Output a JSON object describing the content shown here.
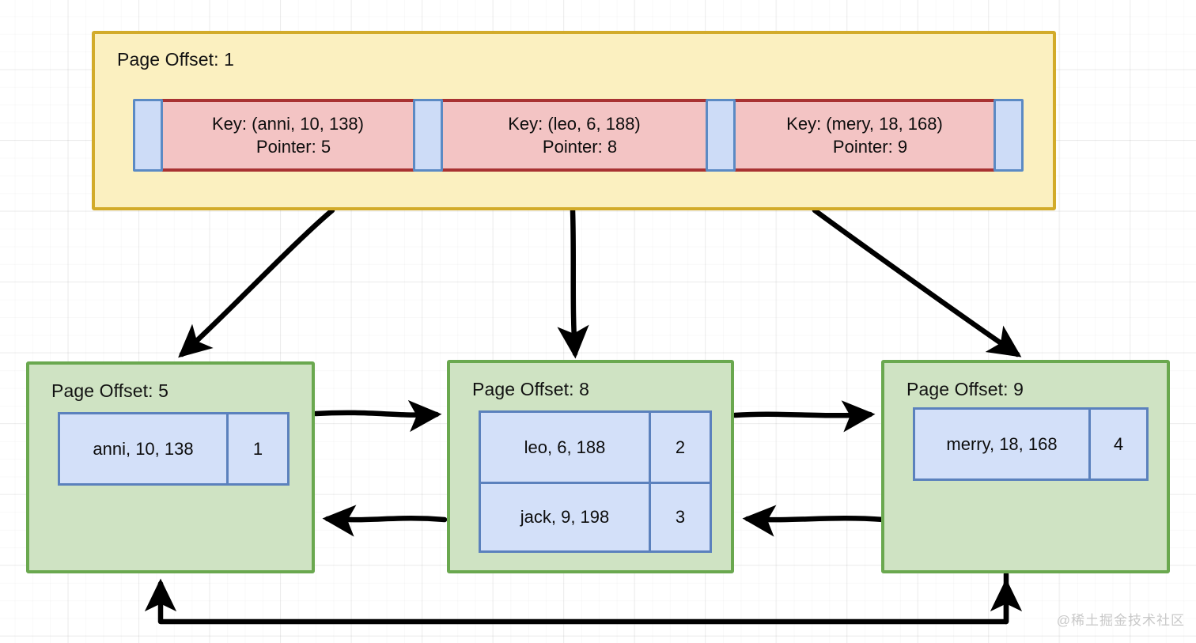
{
  "diagram": {
    "title_prefix": "Page Offset: ",
    "watermark": "@稀土掘金技术社区",
    "colors": {
      "internal_fill": "#fbf0c0",
      "internal_border": "#d2ab2a",
      "key_fill": "#f3c4c4",
      "key_border": "#a83232",
      "pointer_fill": "#cddcf7",
      "pointer_border": "#5b8ac4",
      "leaf_fill": "#cfe3c3",
      "leaf_border": "#6aa84f",
      "leaf_cell_fill": "#d3e0f9",
      "leaf_cell_border": "#5b81bd",
      "arrow": "#000000",
      "grid": "#e6e6e6"
    }
  },
  "root": {
    "page_offset_label": "Page Offset: 1",
    "entries": [
      {
        "key_label": "Key: (anni, 10, 138)",
        "pointer_label": "Pointer:  5"
      },
      {
        "key_label": "Key: (leo, 6, 188)",
        "pointer_label": "Pointer:  8"
      },
      {
        "key_label": "Key: (mery, 18, 168)",
        "pointer_label": "Pointer:  9"
      }
    ]
  },
  "leaves": [
    {
      "page_offset_label": "Page Offset: 5",
      "rows": [
        {
          "value": "anni, 10, 138",
          "id": "1"
        }
      ]
    },
    {
      "page_offset_label": "Page Offset: 8",
      "rows": [
        {
          "value": "leo, 6, 188",
          "id": "2"
        },
        {
          "value": "jack, 9, 198",
          "id": "3"
        }
      ]
    },
    {
      "page_offset_label": "Page Offset: 9",
      "rows": [
        {
          "value": "merry, 18, 168",
          "id": "4"
        }
      ]
    }
  ]
}
